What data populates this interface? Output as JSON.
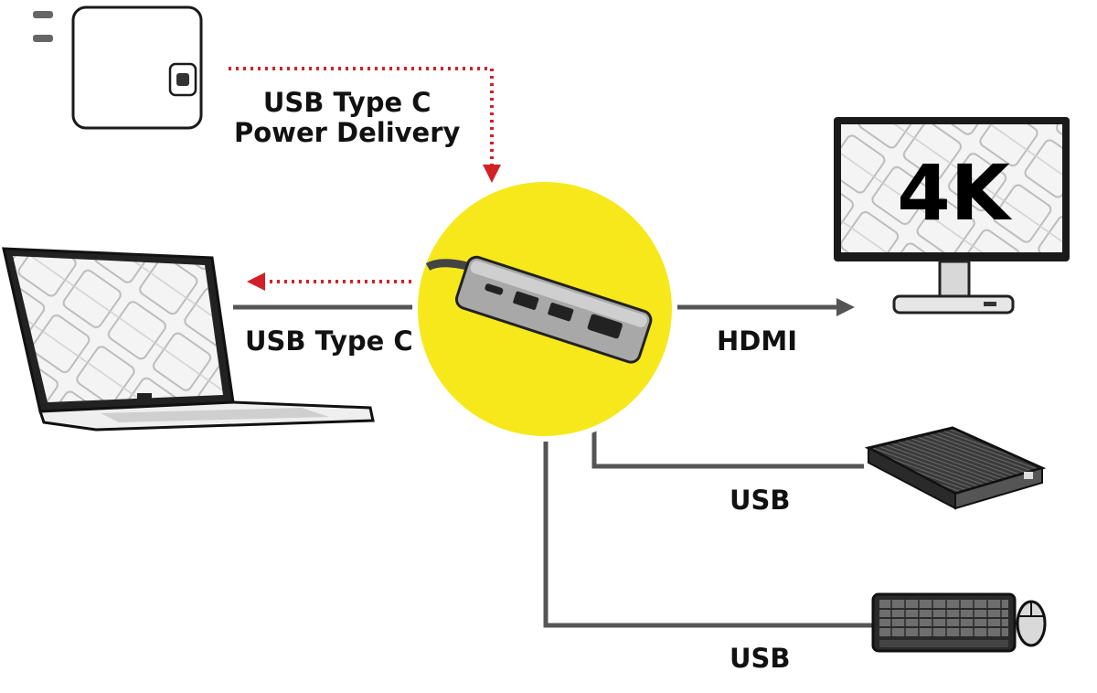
{
  "labels": {
    "power_delivery_line1": "USB Type C",
    "power_delivery_line2": "Power Delivery",
    "laptop_link": "USB Type C",
    "monitor_link": "HDMI",
    "drive_link": "USB",
    "keyboard_link": "USB",
    "monitor_screen_text": "4K"
  },
  "colors": {
    "hub_circle": "#f7e81c",
    "power_arrow": "#d32027",
    "data_line": "#555555",
    "device_outline": "#1a1a1a"
  },
  "icons": {
    "charger": "power-adapter-icon",
    "laptop": "laptop-icon",
    "hub": "usb-c-hub-icon",
    "monitor": "monitor-icon",
    "drive": "external-drive-icon",
    "keyboard": "keyboard-icon",
    "mouse": "mouse-icon"
  }
}
